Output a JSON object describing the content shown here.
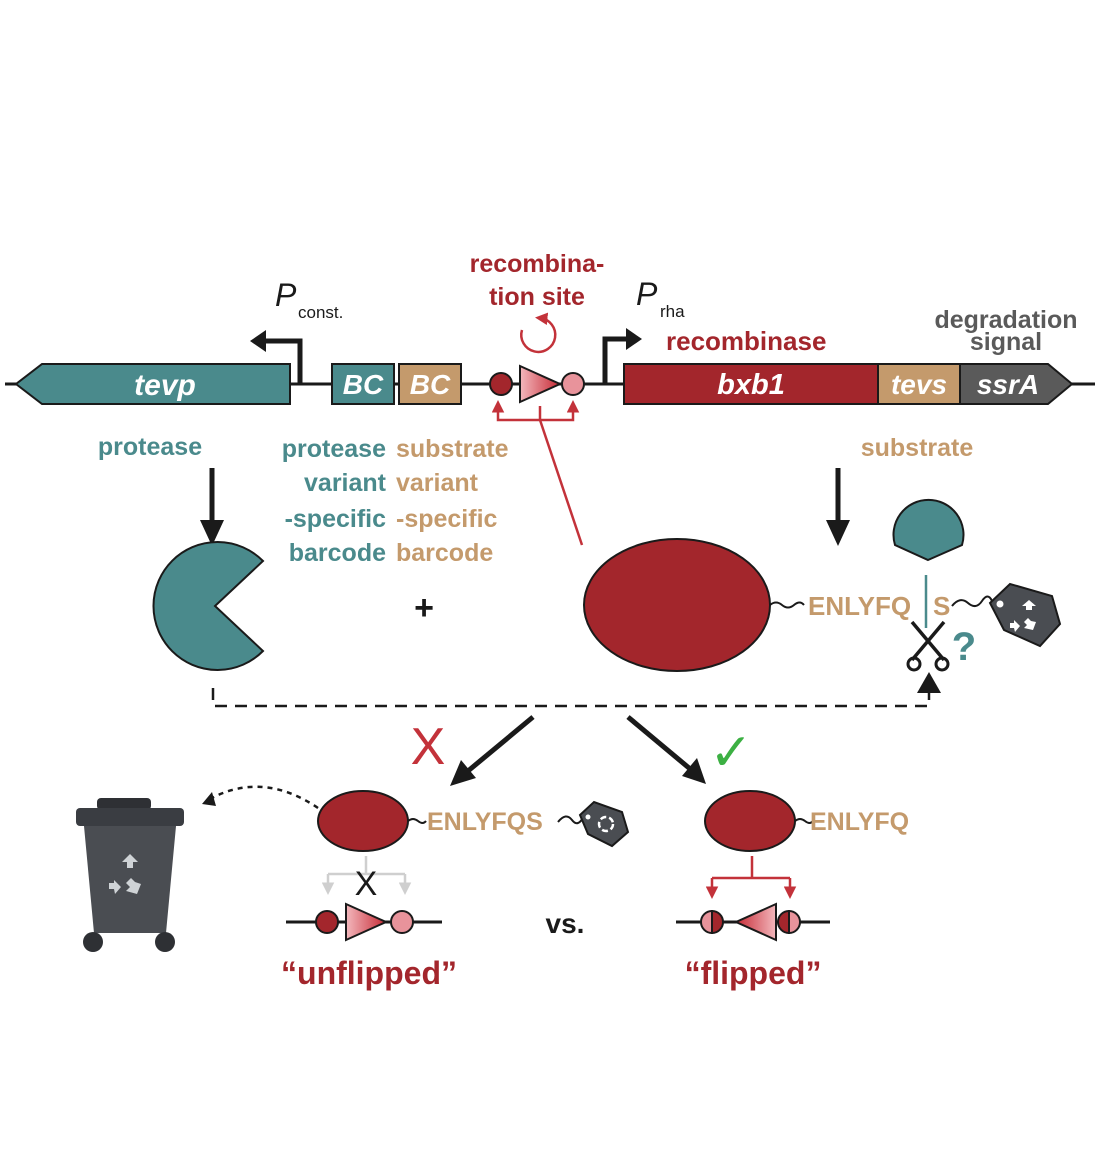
{
  "promoters": {
    "const": {
      "main": "P",
      "sub": "const."
    },
    "rha": {
      "main": "P",
      "sub": "rha"
    }
  },
  "genes": {
    "tevp": "tevp",
    "bc1": "BC",
    "bc2": "BC",
    "bxb1": "bxb1",
    "tevs": "tevs",
    "ssra": "ssrA"
  },
  "labels": {
    "recombination_site": [
      "recombina-",
      "tion site"
    ],
    "recombinase": "recombinase",
    "degradation_signal": [
      "degradation",
      "signal"
    ],
    "protease": "protease",
    "protease_barcode": [
      "protease",
      "variant",
      "-specific",
      "barcode"
    ],
    "substrate_barcode": [
      "substrate",
      "variant",
      "-specific",
      "barcode"
    ],
    "substrate": "substrate",
    "plus": "+",
    "question": "?",
    "peptide_full": "ENLYFQS",
    "peptide_cut_left": "ENLYFQ",
    "peptide_cut_right": "S",
    "peptide_cleaved": "ENLYFQ",
    "vs": "vs.",
    "unflipped": "“unflipped”",
    "flipped": "“flipped”",
    "fail_mark": "X",
    "blocked_mark": "X",
    "success_mark": "✓"
  },
  "colors": {
    "teal": "#4a8a8c",
    "tan": "#c49a6c",
    "red": "#a3262c",
    "pink": "#e8939b",
    "grey": "#5a5a5a",
    "green": "#3cb043",
    "bin": "#4a4d52"
  },
  "icons": [
    "pacman-protease-icon",
    "scissors-icon",
    "degradation-tag-icon",
    "trash-bin-icon",
    "recycle-icon",
    "check-icon",
    "cross-icon"
  ]
}
